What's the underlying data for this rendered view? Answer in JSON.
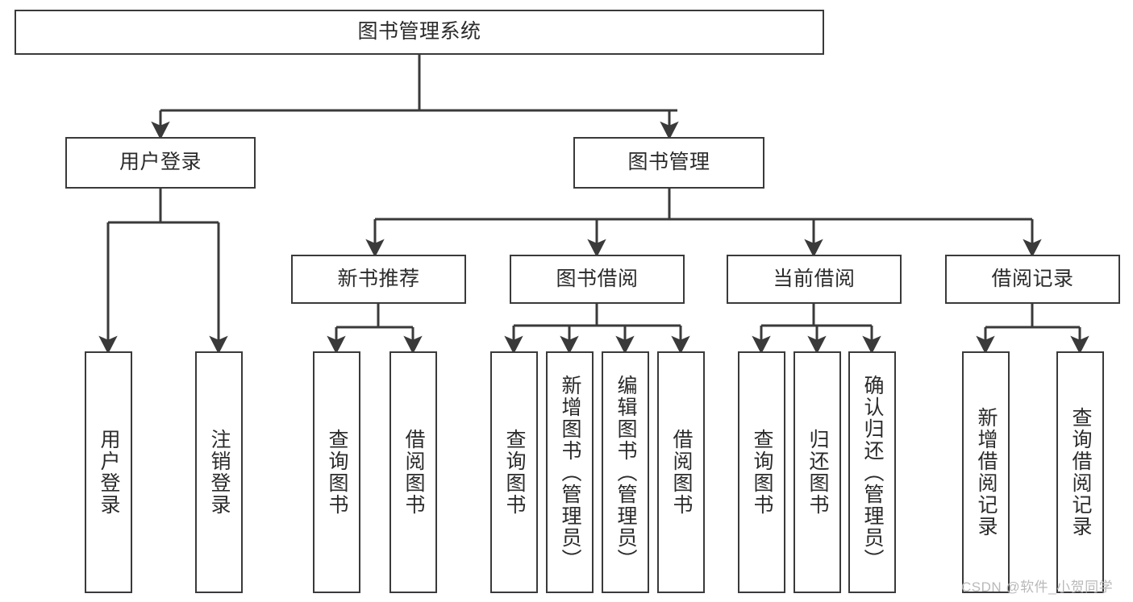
{
  "diagram": {
    "title": "图书管理系统",
    "type": "tree-hierarchy",
    "watermark": "CSDN @软件_小贺同学",
    "colors": {
      "stroke": "#3a3a3a",
      "fill": "#ffffff",
      "text": "#2b2b2b",
      "watermark": "#b9b9b9"
    },
    "nodes": {
      "root": {
        "label": "图书管理系统"
      },
      "level2": [
        {
          "id": "user-login",
          "label": "用户登录"
        },
        {
          "id": "book-management",
          "label": "图书管理"
        }
      ],
      "level3": [
        {
          "id": "new-book-recommend",
          "label": "新书推荐"
        },
        {
          "id": "book-borrow",
          "label": "图书借阅"
        },
        {
          "id": "current-borrow",
          "label": "当前借阅"
        },
        {
          "id": "borrow-record",
          "label": "借阅记录"
        }
      ],
      "leaves": {
        "user-login": [
          {
            "id": "leaf-user-login",
            "label": "用户登录"
          },
          {
            "id": "leaf-logout-login",
            "label": "注销登录"
          }
        ],
        "new-book-recommend": [
          {
            "id": "leaf-query-book-1",
            "label": "查询图书"
          },
          {
            "id": "leaf-borrow-book-1",
            "label": "借阅图书"
          }
        ],
        "book-borrow": [
          {
            "id": "leaf-query-book-2",
            "label": "查询图书"
          },
          {
            "id": "leaf-add-book-admin",
            "label": "新增图书（管理员）"
          },
          {
            "id": "leaf-edit-book-admin",
            "label": "编辑图书（管理员）"
          },
          {
            "id": "leaf-borrow-book-2",
            "label": "借阅图书"
          }
        ],
        "current-borrow": [
          {
            "id": "leaf-query-book-3",
            "label": "查询图书"
          },
          {
            "id": "leaf-return-book",
            "label": "归还图书"
          },
          {
            "id": "leaf-confirm-return-admin",
            "label": "确认归还（管理员）"
          }
        ],
        "borrow-record": [
          {
            "id": "leaf-add-borrow-record",
            "label": "新增借阅记录"
          },
          {
            "id": "leaf-query-borrow-record",
            "label": "查询借阅记录"
          }
        ]
      }
    }
  }
}
